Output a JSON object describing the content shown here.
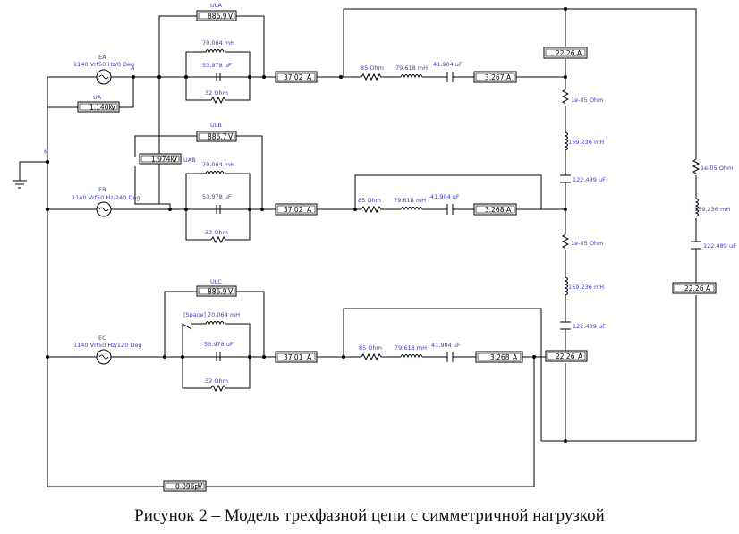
{
  "caption": "Рисунок 2 – Модель трехфазной цепи с симметричной нагрузкой",
  "colors": {
    "wire": "#000000",
    "label": "#3c3cd2",
    "meter_border": "#000000"
  },
  "sources": {
    "a": {
      "name": "EA",
      "spec": "1140 Vrf50 Hz/0 Deg",
      "node": "A"
    },
    "b": {
      "name": "EB",
      "spec": "1140 Vrf50 Hz/240 Deg"
    },
    "c": {
      "name": "EC",
      "spec": "1140 Vrf50 Hz/120 Deg"
    }
  },
  "ground_label": "N",
  "voltmeters": {
    "ula": {
      "name": "ULA",
      "value": "886.9",
      "unit": "V"
    },
    "ulb": {
      "name": "ULB",
      "value": "886.7",
      "unit": "V"
    },
    "ulc": {
      "name": "ULC",
      "value": "886.9",
      "unit": "V"
    },
    "ua": {
      "name": "UA",
      "value": "1.140k",
      "unit": "V"
    },
    "uab": {
      "name": "UAB",
      "value": "1.974k",
      "unit": "V"
    },
    "un": {
      "value": "0.096p",
      "unit": "V"
    }
  },
  "ammeters": {
    "phase_a_line": {
      "value": "37.02",
      "unit": "A"
    },
    "phase_b_line": {
      "value": "37.02",
      "unit": "A"
    },
    "phase_c_line": {
      "value": "37.01",
      "unit": "A"
    },
    "phase_a_load": {
      "value": "3.267",
      "unit": "A"
    },
    "phase_b_load": {
      "value": "3.268",
      "unit": "A"
    },
    "phase_c_load": {
      "value": "3.268",
      "unit": "A"
    },
    "right_top": {
      "value": "22.26",
      "unit": "A"
    },
    "right_mid": {
      "value": "22.26",
      "unit": "A"
    },
    "right_low": {
      "value": "22.26",
      "unit": "A"
    }
  },
  "parallel_block": {
    "inductor": "70.064 mH",
    "inductor_c": "[Space] 70.064 mH",
    "capacitor": "53.978 uF",
    "resistor": "32  Ohm"
  },
  "series_block": {
    "resistor": "85  Ohm",
    "inductor": "79.618 mH",
    "capacitor": "41.904 uF"
  },
  "right_branch": {
    "resistor": "1e-05  Ohm",
    "inductor": "159.236 mH",
    "capacitor": "122.489 uF"
  }
}
